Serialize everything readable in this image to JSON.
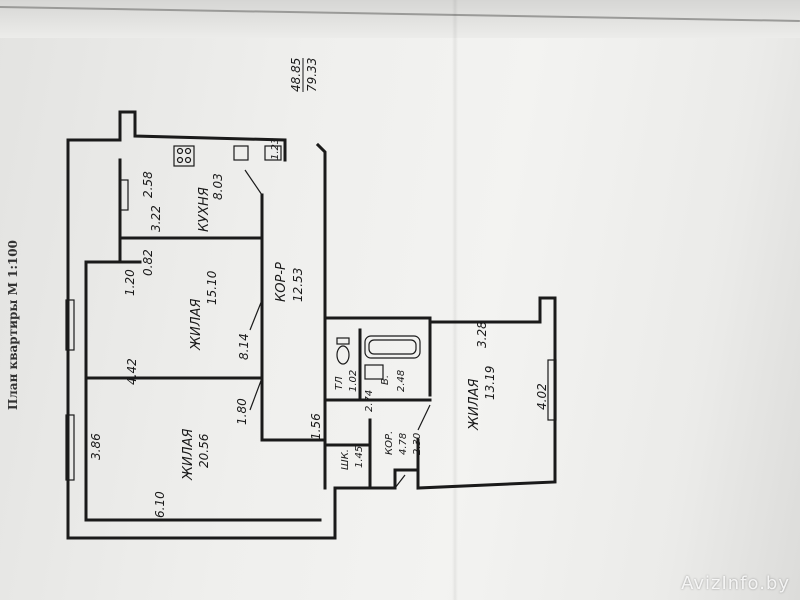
{
  "title": "План квартиры М 1:100",
  "areas": {
    "living": "48.85",
    "total": "79.33"
  },
  "rooms": {
    "kitchen": {
      "name": "КУХНЯ",
      "area": "8.03"
    },
    "corridor": {
      "name": "КОР-Р",
      "area": "12.53"
    },
    "living1": {
      "name": "ЖИЛАЯ",
      "area": "15.10"
    },
    "living2": {
      "name": "ЖИЛАЯ",
      "area": "20.56"
    },
    "living3": {
      "name": "ЖИЛАЯ",
      "area": "13.19"
    },
    "wc": {
      "name": "ТЛ",
      "area": "1.02"
    },
    "bath": {
      "name": "В.",
      "area": "2.48"
    },
    "closet": {
      "name": "ШК.",
      "area": "1.45"
    },
    "corridor2": {
      "name": "КОР.",
      "area": "4.78"
    }
  },
  "dims": {
    "d258": "2.58",
    "d322": "3.22",
    "d082": "0.82",
    "d120": "1.20",
    "d442": "4.42",
    "d814": "8.14",
    "d180": "1.80",
    "d156": "1.56",
    "d386": "3.86",
    "d610": "6.10",
    "d274": "2.74",
    "d230": "2.30",
    "d328": "3.28",
    "d402": "4.02",
    "d123": "1.23"
  },
  "watermark": "AvizInfo.by"
}
